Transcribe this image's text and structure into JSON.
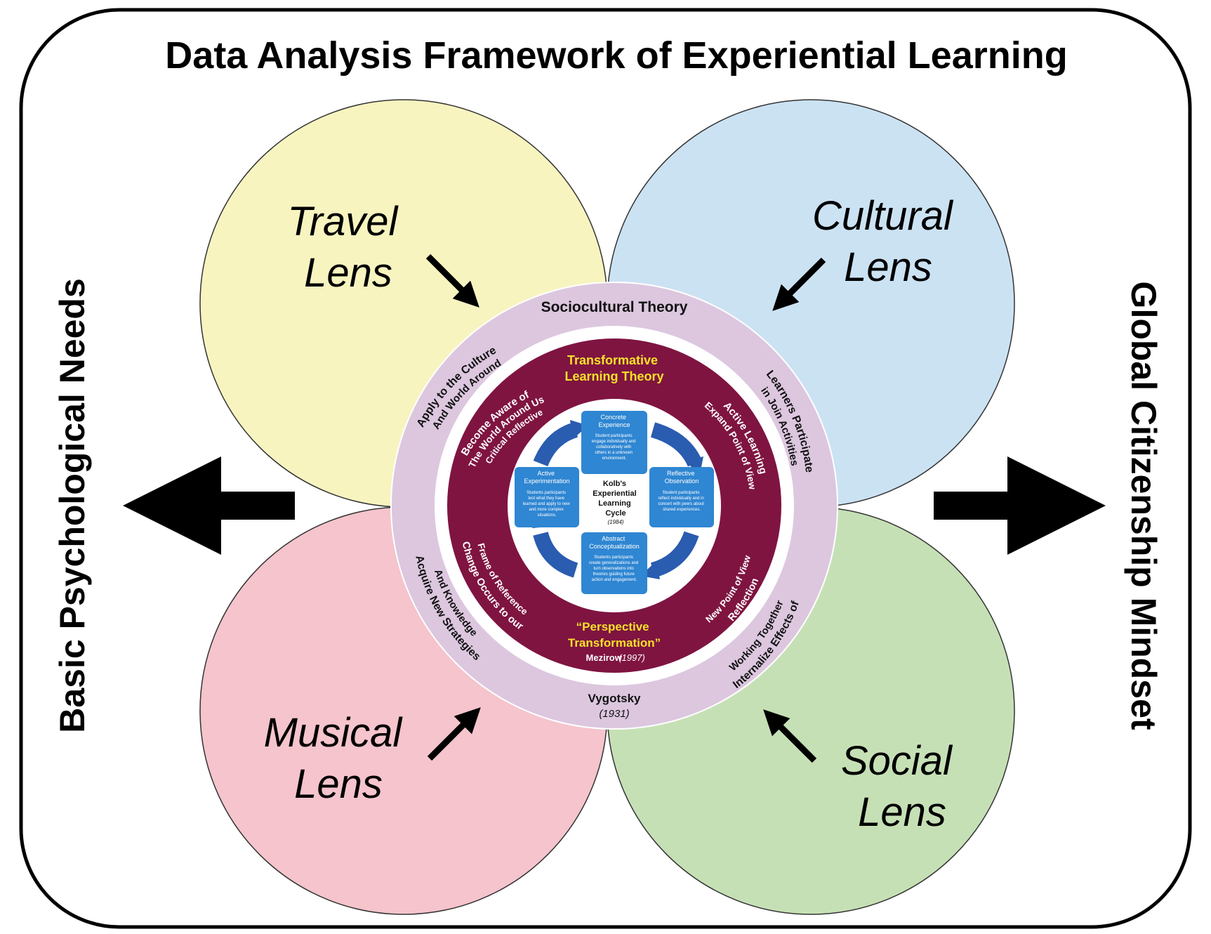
{
  "title": "Data Analysis Framework of Experiential Learning",
  "side_left": "Basic Psychological Needs",
  "side_right": "Global Citizenship Mindset",
  "lenses": {
    "travel": {
      "line1": "Travel",
      "line2": "Lens",
      "color": "#f8f4c0"
    },
    "cultural": {
      "line1": "Cultural",
      "line2": "Lens",
      "color": "#cbe2f3"
    },
    "musical": {
      "line1": "Musical",
      "line2": "Lens",
      "color": "#f5c4cc"
    },
    "social": {
      "line1": "Social",
      "line2": "Lens",
      "color": "#c6e0b6"
    }
  },
  "outer_ring": {
    "color": "#dcc7df",
    "top_label": "Sociocultural Theory",
    "bottom_label": "Vygotsky",
    "bottom_year": "(1931)",
    "upper_left": [
      "Apply to the Culture",
      "And World Around"
    ],
    "upper_right": [
      "Learners Participate",
      "in Join Activities"
    ],
    "lower_left": [
      "Acquire New Strategies",
      "And Knowledge"
    ],
    "lower_right": [
      "Internalize Effects of",
      "Working Together"
    ]
  },
  "inner_ring": {
    "color": "#7f1441",
    "accent": "#f5e12a",
    "top_label": [
      "Transformative",
      "Learning Theory"
    ],
    "bottom_label": "“Perspective",
    "bottom_label2": "Transformation”",
    "author": "Mezirow",
    "author_year": "(1997)",
    "upper_left": [
      "Become Aware of",
      "The World Around Us",
      "Critical Reflective"
    ],
    "upper_right": [
      "Active Learning",
      "Expand Point of View"
    ],
    "lower_left": [
      "Change Occurs to our",
      "Frame of Reference"
    ],
    "lower_right": [
      "Reflection",
      "New Point of View"
    ]
  },
  "kolb": {
    "box_color": "#2f86d2",
    "arrow_color": "#2a5cb0",
    "center": [
      "Kolb's",
      "Experiential",
      "Learning",
      "Cycle"
    ],
    "center_year": "(1984)",
    "concrete": {
      "title": [
        "Concrete",
        "Experience"
      ],
      "body": [
        "Student participants",
        "engage individually and",
        "collaboratively with",
        "others in a unknown",
        "environment."
      ]
    },
    "reflective": {
      "title": [
        "Reflective",
        "Observation"
      ],
      "body": [
        "Student participants",
        "reflect individually and in",
        "concert with peers about",
        "shared experiences."
      ]
    },
    "abstract": {
      "title": [
        "Abstract",
        "Conceptualization"
      ],
      "body": [
        "Students participants",
        "create generalizations and",
        "turn observations into",
        "theories guiding future",
        "action and engagement."
      ]
    },
    "active": {
      "title": [
        "Active",
        "Experimentation"
      ],
      "body": [
        "Students participants",
        "test what they have",
        "learned and apply to new",
        "and more complex",
        "situations."
      ]
    }
  }
}
